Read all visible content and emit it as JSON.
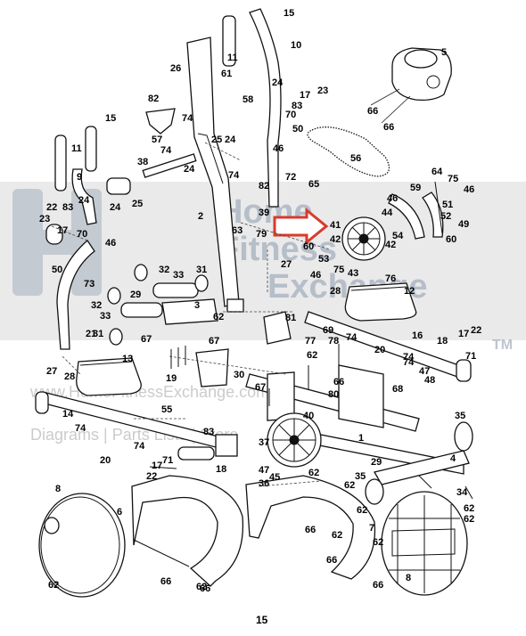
{
  "page": {
    "number": "15"
  },
  "watermark": {
    "line1": "Home",
    "line2": "Fitness",
    "line3": "Exchange",
    "trademark": "TM",
    "url": "www.HomeFitnessExchange.com",
    "tagline": "Diagrams | Parts Lists | Store"
  },
  "arrow": {
    "color": "#d93a2b",
    "target_part": "41"
  },
  "callouts": [
    "1",
    "2",
    "3",
    "4",
    "5",
    "6",
    "7",
    "8",
    "9",
    "10",
    "11",
    "12",
    "13",
    "14",
    "15",
    "16",
    "17",
    "18",
    "19",
    "20",
    "21",
    "22",
    "23",
    "24",
    "25",
    "26",
    "27",
    "28",
    "29",
    "30",
    "31",
    "32",
    "33",
    "34",
    "35",
    "36",
    "37",
    "38",
    "39",
    "40",
    "41",
    "42",
    "43",
    "44",
    "45",
    "46",
    "47",
    "48",
    "49",
    "50",
    "51",
    "52",
    "53",
    "54",
    "55",
    "56",
    "57",
    "58",
    "59",
    "60",
    "61",
    "62",
    "63",
    "64",
    "65",
    "66",
    "67",
    "68",
    "69",
    "70",
    "71",
    "72",
    "73",
    "74",
    "75",
    "76",
    "77",
    "78",
    "79",
    "80",
    "81",
    "82",
    "83"
  ]
}
